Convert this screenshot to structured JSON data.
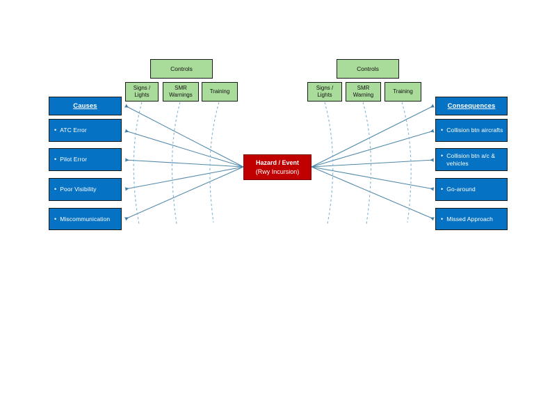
{
  "diagram": {
    "type": "bowtie-risk-diagram",
    "title": "",
    "colors": {
      "cause_box": "#0672C3",
      "consequence_box": "#0672C3",
      "control_box": "#A9DB9A",
      "hazard_box": "#C00000",
      "connector_line": "#4E87A8",
      "barrier_arc": "#7FB2D4",
      "box_border": "#1a1a1a",
      "background": "#FFFFFF"
    },
    "hazard": {
      "line1": "Hazard / Event",
      "line2": "(Rwy Incursion)"
    },
    "left": {
      "header": "Causes",
      "items": [
        "ATC Error",
        "Pilot Error",
        "Poor Visibility",
        "Miscommunication"
      ],
      "controls_header": "Controls",
      "controls": [
        {
          "line1": "Signs /",
          "line2": "Lights"
        },
        {
          "line1": "SMR",
          "line2": "Warnings"
        },
        {
          "line1": "Training",
          "line2": ""
        }
      ]
    },
    "right": {
      "header": "Consequences",
      "items": [
        "Collision btn aircrafts",
        "Collision btn a/c & vehicles",
        "Go-around",
        "Missed Approach"
      ],
      "controls_header": "Controls",
      "controls": [
        {
          "line1": "Signs /",
          "line2": "Lights"
        },
        {
          "line1": "SMR",
          "line2": "Warning"
        },
        {
          "line1": "Training",
          "line2": ""
        }
      ]
    },
    "bullet_glyph": "•"
  }
}
